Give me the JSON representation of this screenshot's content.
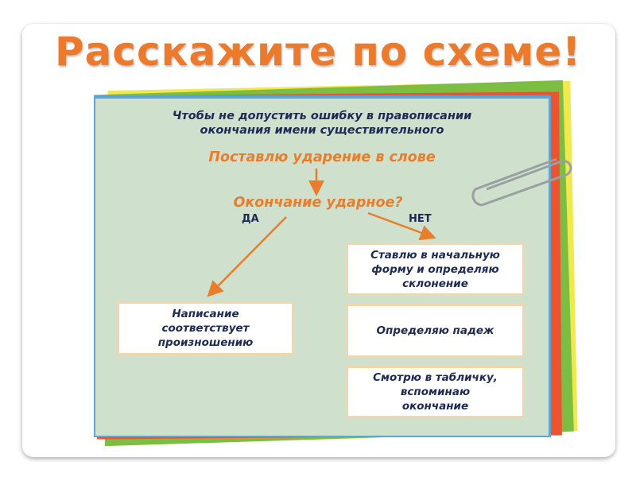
{
  "title": "Расскажите по схеме!",
  "intro": "Чтобы не допустить ошибку в правописании\nокончания имени существительного",
  "step1": "Поставлю ударение в слове",
  "question": "Окончание ударное?",
  "yes": "ДА",
  "no": "НЕТ",
  "yes_box": "Написание\nсоответствует\nпроизношению",
  "no_boxes": [
    "Ставлю в начальную\nформу и определяю\nсклонение",
    "Определяю падеж",
    "Смотрю в табличку,\nвспоминаю\nокончание"
  ],
  "colors": {
    "accent": "#ec7a2a",
    "text": "#1d2a55",
    "paper": "#cfe0cd"
  }
}
